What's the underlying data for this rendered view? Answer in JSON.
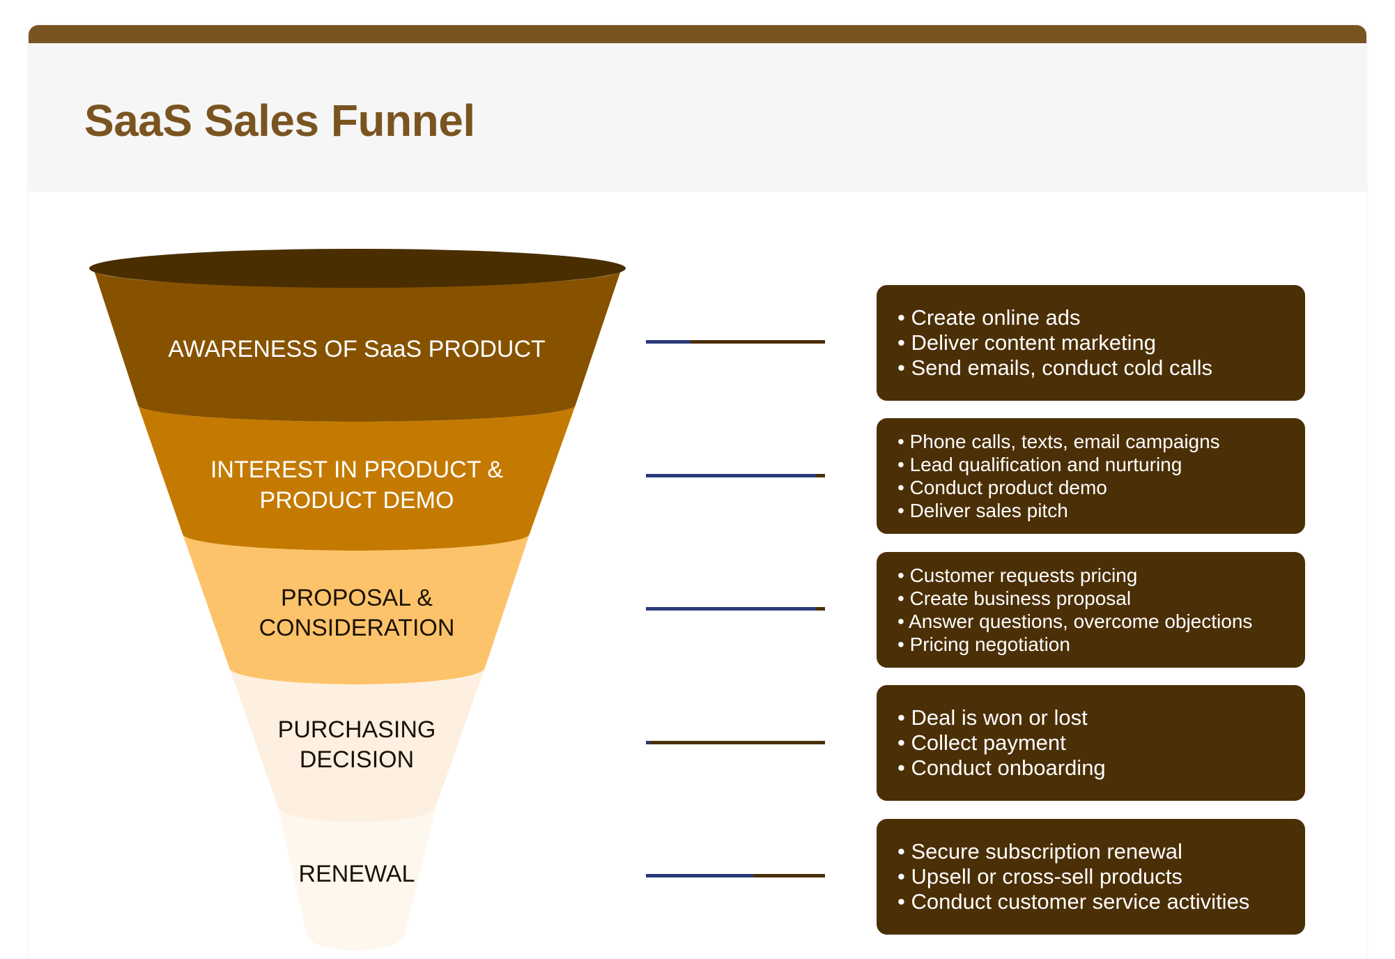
{
  "title": "SaaS Sales Funnel",
  "colors": {
    "bar": "#7a5420",
    "rim": "#4a2e00",
    "box": "#4b2f06",
    "connector": "#2a3a7a"
  },
  "stages": [
    {
      "label_lines": [
        "AWARENESS OF SaaS PRODUCT"
      ],
      "color": "#875200",
      "text_color": "#ffffff",
      "actions": [
        "• Create online ads",
        "• Deliver content marketing",
        "• Send emails, conduct cold calls"
      ]
    },
    {
      "label_lines": [
        "INTEREST IN PRODUCT &",
        "PRODUCT DEMO"
      ],
      "color": "#c47a00",
      "text_color": "#ffffff",
      "actions": [
        "• Phone calls, texts, email campaigns",
        "• Lead qualification and nurturing",
        "• Conduct product demo",
        "• Deliver sales pitch"
      ]
    },
    {
      "label_lines": [
        "PROPOSAL &",
        "CONSIDERATION"
      ],
      "color": "#fdc36b",
      "text_color": "#1a1206",
      "actions": [
        "• Customer requests pricing",
        "• Create business proposal",
        "• Answer questions, overcome objections",
        "• Pricing negotiation"
      ]
    },
    {
      "label_lines": [
        "PURCHASING",
        "DECISION"
      ],
      "color": "#fdf0e1",
      "text_color": "#1a1206",
      "actions": [
        "• Deal is won or lost",
        "• Collect payment",
        "• Conduct onboarding"
      ]
    },
    {
      "label_lines": [
        "RENEWAL"
      ],
      "color": "#fef7ee",
      "text_color": "#1a1206",
      "actions": [
        "• Secure subscription renewal",
        "• Upsell or cross-sell products",
        "• Conduct customer service activities"
      ]
    }
  ]
}
